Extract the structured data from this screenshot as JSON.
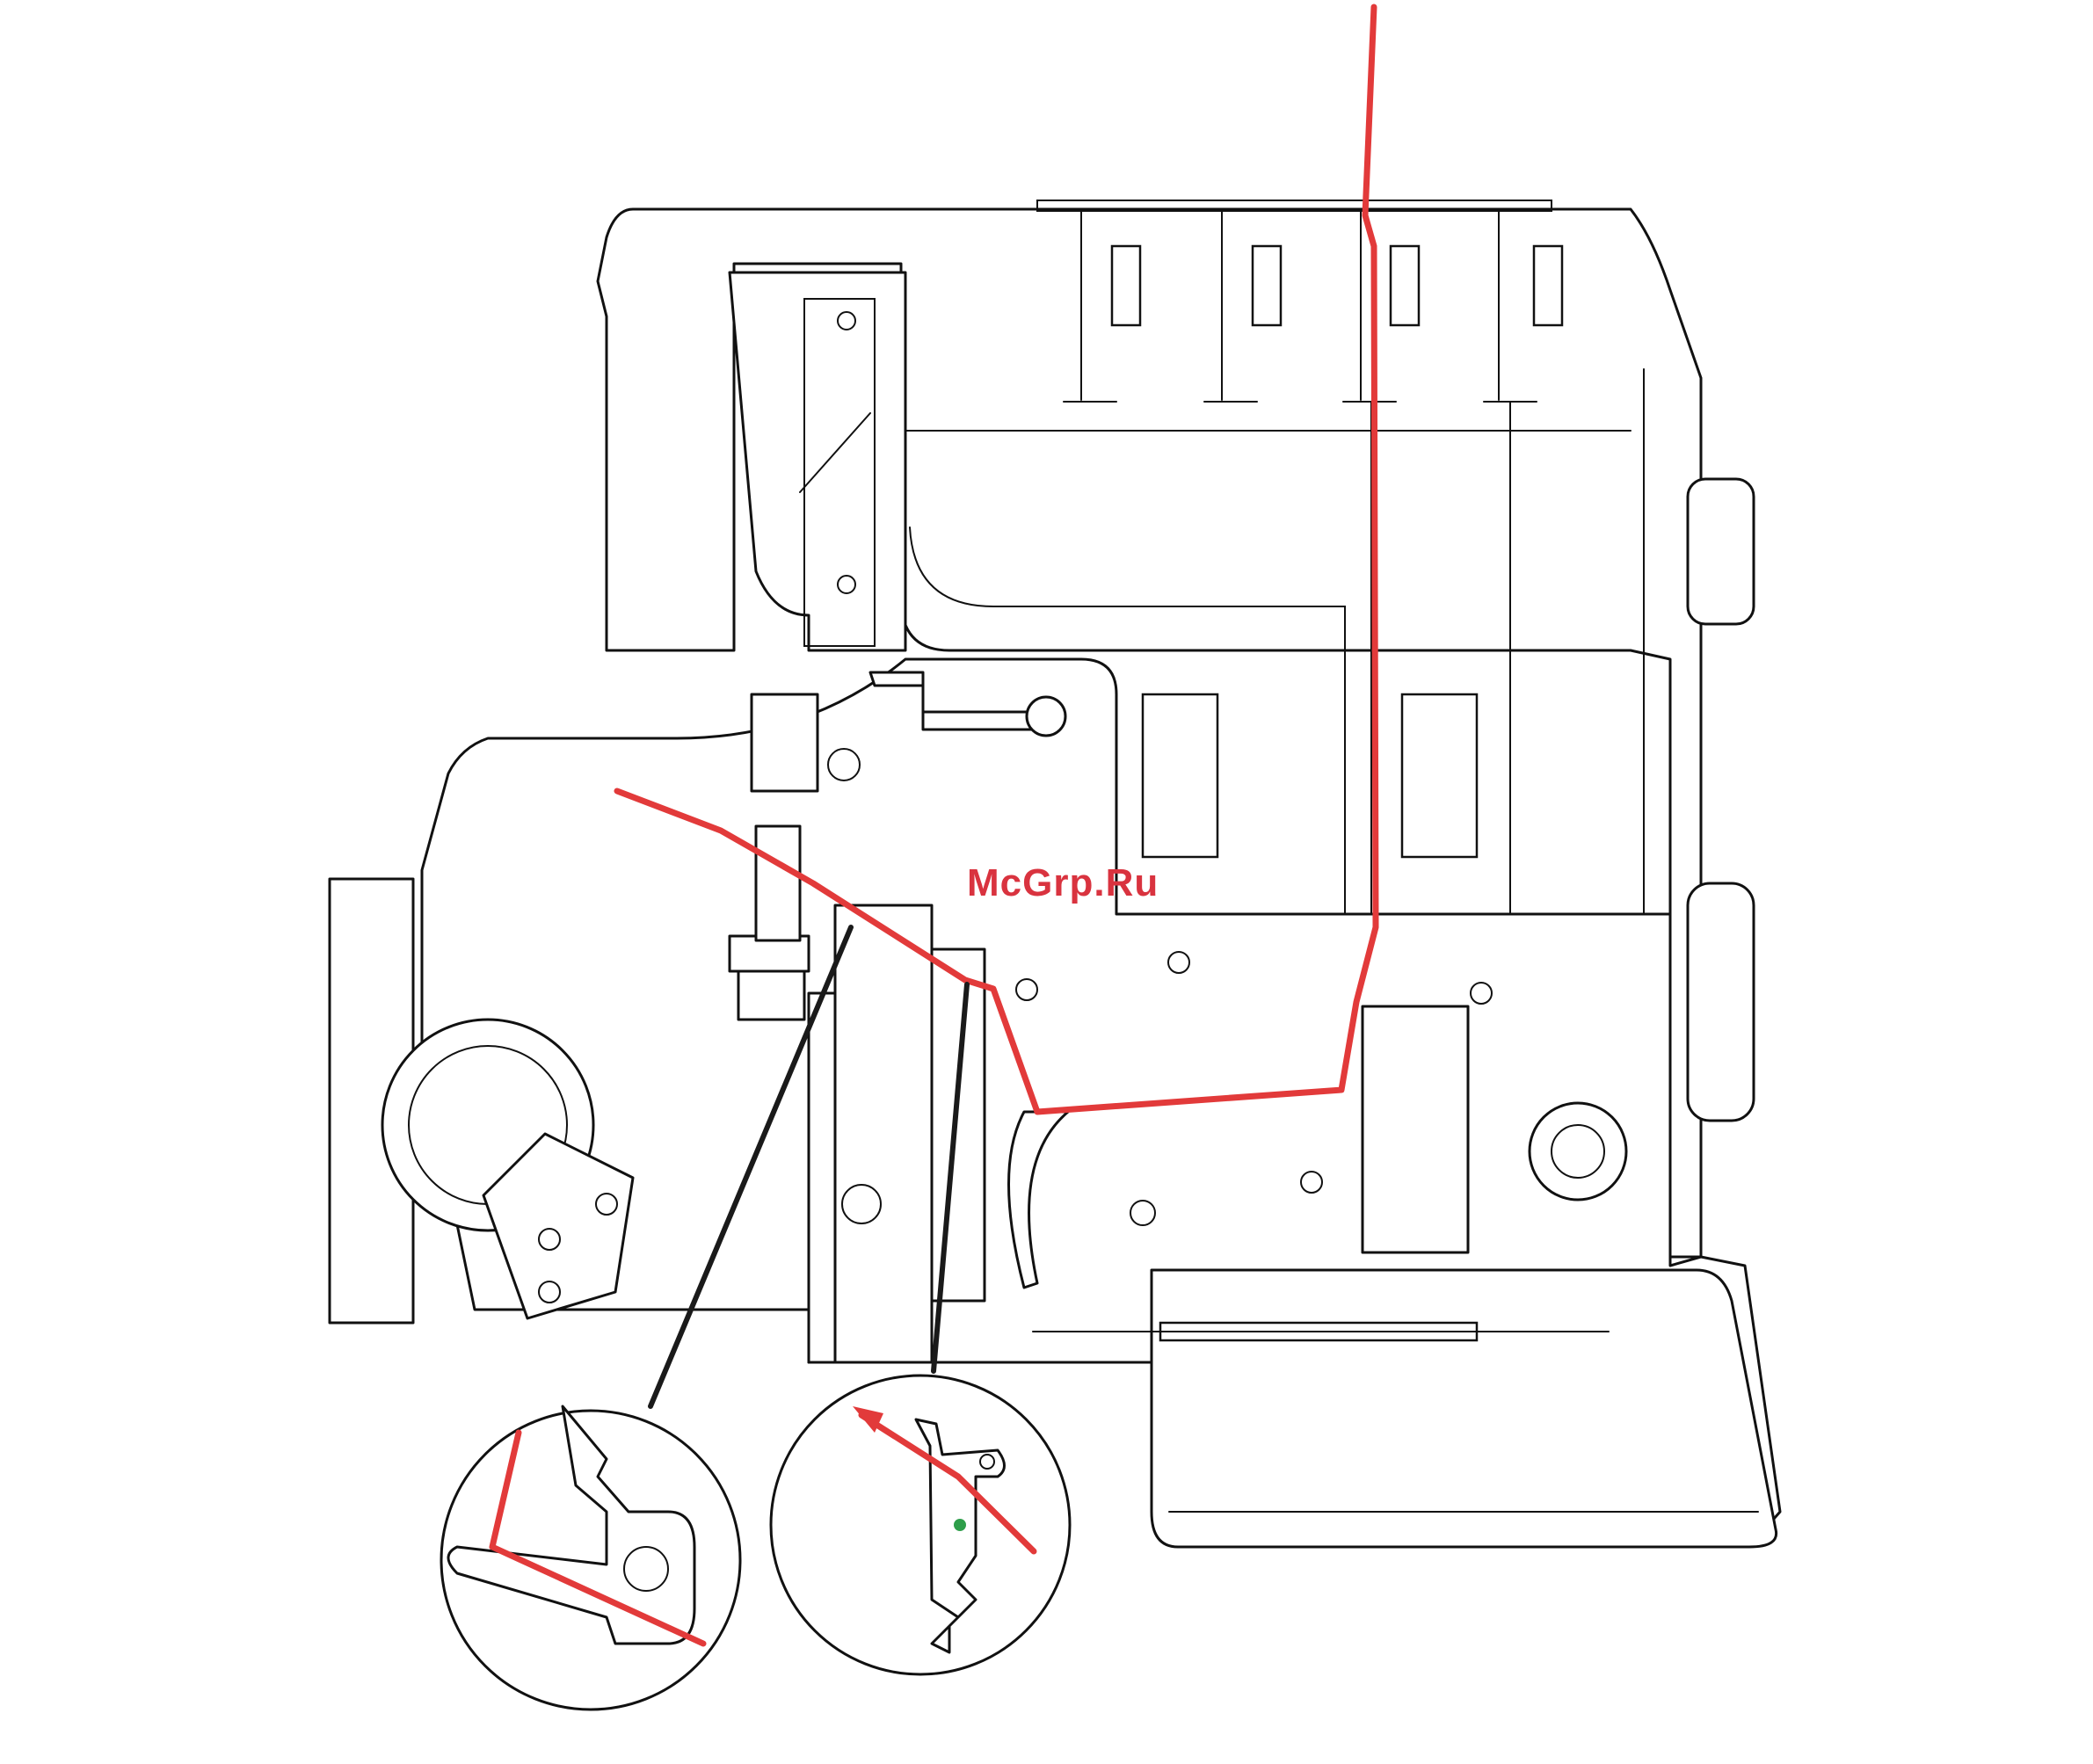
{
  "watermark": {
    "text": "McGrp.Ru",
    "color": "#d9333f"
  },
  "colors": {
    "thread": "#e23a3a",
    "outline": "#111111",
    "background": "#ffffff"
  },
  "icons": [
    "overlock-machine-illustration",
    "detail-magnifier-left",
    "detail-magnifier-right",
    "thread-path",
    "direction-arrow-icon"
  ]
}
